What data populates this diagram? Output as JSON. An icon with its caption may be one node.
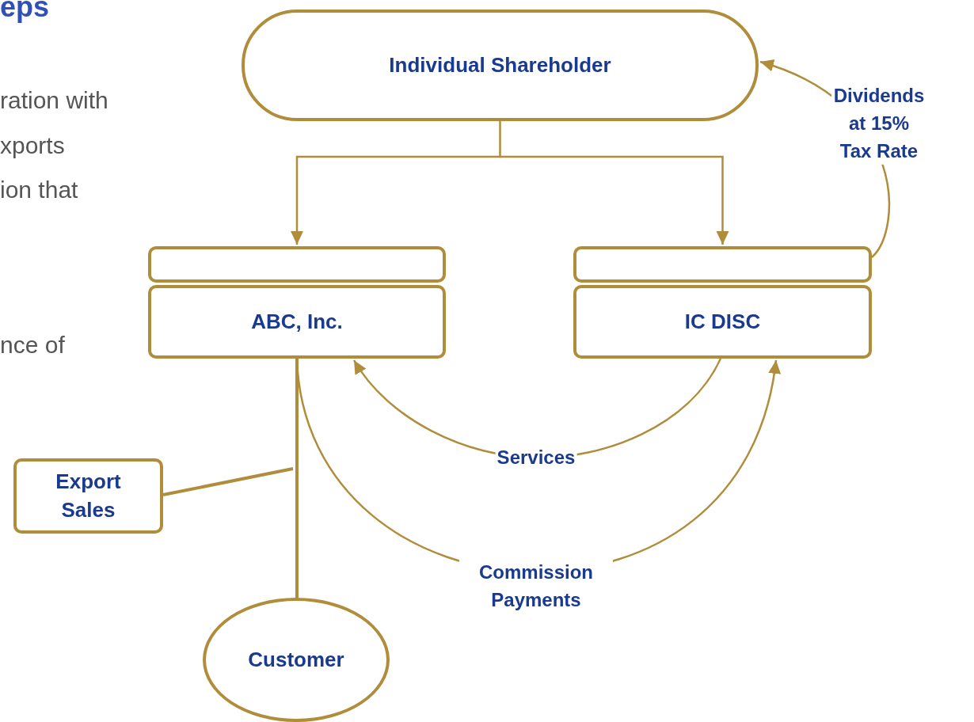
{
  "diagram": {
    "title": "eps",
    "nodes": [
      {
        "text": [
          "Individual Shareholder"
        ]
      },
      {
        "text": [
          "ABC, Inc."
        ]
      },
      {
        "text": [
          "IC DISC"
        ]
      },
      {
        "text": [
          "Export Sales"
        ]
      },
      {
        "text": [
          "Customer"
        ]
      }
    ],
    "edges": [
      {
        "from": 0,
        "to": 1,
        "arrow": "to"
      },
      {
        "from": 0,
        "to": 2,
        "arrow": "to"
      },
      {
        "from": 2,
        "to": 0,
        "arrow": "to",
        "label": "Dividends at 15% Tax Rate"
      },
      {
        "from": 2,
        "to": 1,
        "arrow": "to",
        "label": "Services"
      },
      {
        "from": 1,
        "to": 2,
        "arrow": "to",
        "label": "Commission Payments"
      },
      {
        "from": 1,
        "to": 4,
        "arrow": "none"
      },
      {
        "from": 3,
        "to": null,
        "arrow": "none"
      }
    ],
    "labels": [
      "ration with",
      "xports",
      "ion that",
      "nce of"
    ]
  }
}
